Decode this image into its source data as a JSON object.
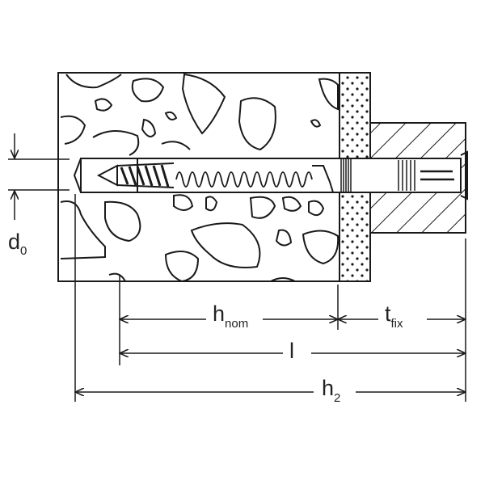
{
  "labels": {
    "d0": {
      "main": "d",
      "sub": "0"
    },
    "h_nom": {
      "main": "h",
      "sub": "nom"
    },
    "t_fix": {
      "main": "t",
      "sub": "fix"
    },
    "l": {
      "main": "l"
    },
    "h2": {
      "main": "h",
      "sub": "2"
    }
  },
  "colors": {
    "line": "#1a1a1a",
    "background": "#ffffff"
  }
}
